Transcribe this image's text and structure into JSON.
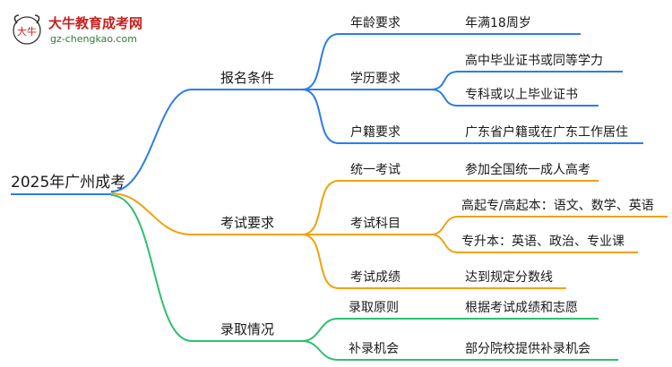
{
  "logo": {
    "title": "大牛教育成考网",
    "url": "gz-chengkao.com",
    "mark_text": "大牛"
  },
  "colors": {
    "blue": "#2b7de9",
    "orange": "#f0a30a",
    "green": "#2fbf71",
    "logo_red": "#c81e1e",
    "logo_green": "#2e7d32"
  },
  "root": {
    "label": "2025年广州成考"
  },
  "branches": [
    {
      "label": "报名条件",
      "color": "blue",
      "children": [
        {
          "label": "年龄要求",
          "children": [
            "年满18周岁"
          ]
        },
        {
          "label": "学历要求",
          "children": [
            "高中毕业证书或同等学力",
            "专科或以上毕业证书"
          ]
        },
        {
          "label": "户籍要求",
          "children": [
            "广东省户籍或在广东工作居住"
          ]
        }
      ]
    },
    {
      "label": "考试要求",
      "color": "orange",
      "children": [
        {
          "label": "统一考试",
          "children": [
            "参加全国统一成人高考"
          ]
        },
        {
          "label": "考试科目",
          "children": [
            "高起专/高起本：语文、数学、英语",
            "专升本：英语、政治、专业课"
          ]
        },
        {
          "label": "考试成绩",
          "children": [
            "达到规定分数线"
          ]
        }
      ]
    },
    {
      "label": "录取情况",
      "color": "green",
      "children": [
        {
          "label": "录取原则",
          "children": [
            "根据考试成绩和志愿"
          ]
        },
        {
          "label": "补录机会",
          "children": [
            "部分院校提供补录机会"
          ]
        }
      ]
    }
  ]
}
